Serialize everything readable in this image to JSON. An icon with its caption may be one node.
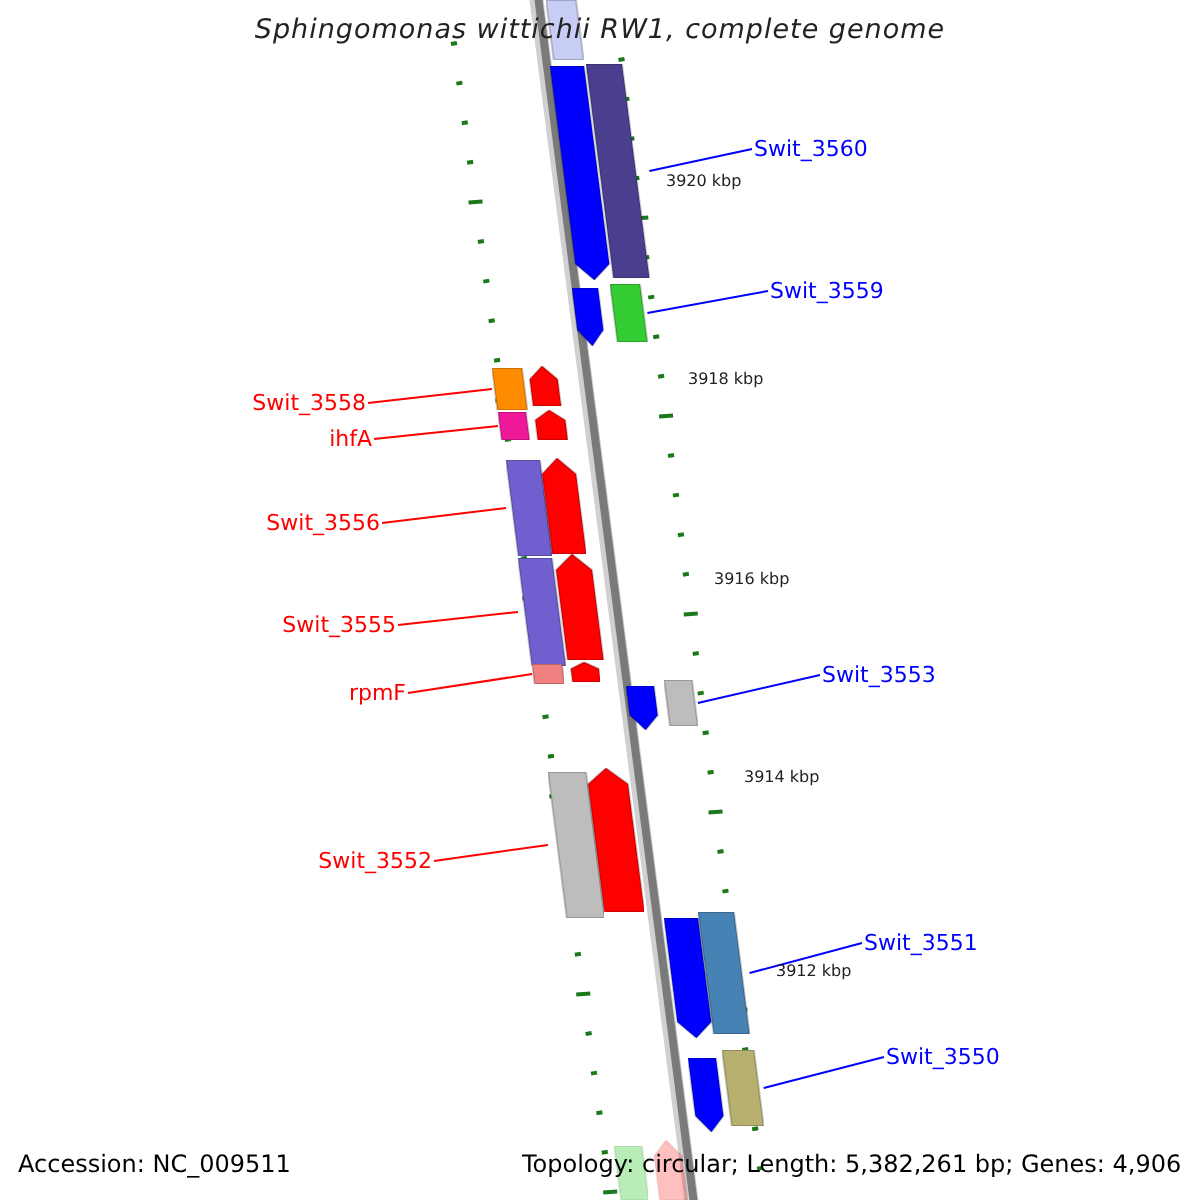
{
  "diagram": {
    "title": "Sphingomonas wittichii RW1, complete genome",
    "nodes": [
      {
        "text": [],
        "shape": "bar"
      },
      {
        "text": [],
        "shape": "arrow"
      },
      {
        "text": [],
        "shape": "bar"
      },
      {
        "text": [
          "Swit_3560"
        ]
      },
      {
        "text": [],
        "shape": "arrow"
      },
      {
        "text": [],
        "shape": "bar"
      },
      {
        "text": [
          "Swit_3559"
        ]
      },
      {
        "text": [
          "Swit_3558"
        ]
      },
      {
        "text": [],
        "shape": "bar"
      },
      {
        "text": [],
        "shape": "arrow"
      },
      {
        "text": [
          "ihfA"
        ]
      },
      {
        "text": [],
        "shape": "bar"
      },
      {
        "text": [],
        "shape": "arrow"
      },
      {
        "text": [
          "Swit_3556"
        ]
      },
      {
        "text": [],
        "shape": "bar"
      },
      {
        "text": [],
        "shape": "arrow"
      },
      {
        "text": [
          "Swit_3555"
        ]
      },
      {
        "text": [],
        "shape": "bar"
      },
      {
        "text": [],
        "shape": "arrow"
      },
      {
        "text": [
          "rpmF"
        ]
      },
      {
        "text": [],
        "shape": "bar"
      },
      {
        "text": [],
        "shape": "arrow"
      },
      {
        "text": [],
        "shape": "arrow"
      },
      {
        "text": [],
        "shape": "bar"
      },
      {
        "text": [
          "Swit_3553"
        ]
      },
      {
        "text": [
          "Swit_3552"
        ]
      },
      {
        "text": [],
        "shape": "bar"
      },
      {
        "text": [],
        "shape": "arrow"
      },
      {
        "text": [],
        "shape": "arrow"
      },
      {
        "text": [],
        "shape": "bar"
      },
      {
        "text": [
          "Swit_3551"
        ]
      },
      {
        "text": [],
        "shape": "arrow"
      },
      {
        "text": [],
        "shape": "bar"
      },
      {
        "text": [
          "Swit_3550"
        ]
      },
      {
        "text": [],
        "shape": "bar"
      },
      {
        "text": [],
        "shape": "arrow"
      }
    ],
    "edges": [
      {
        "from": 3,
        "to": 2,
        "arrow": "none",
        "color": "#0000ff"
      },
      {
        "from": 6,
        "to": 5,
        "arrow": "none",
        "color": "#0000ff"
      },
      {
        "from": 7,
        "to": 8,
        "arrow": "none"
      },
      {
        "from": 10,
        "to": 11,
        "arrow": "none"
      },
      {
        "from": 13,
        "to": 14,
        "arrow": "none"
      },
      {
        "from": 16,
        "to": 17,
        "arrow": "none"
      },
      {
        "from": 19,
        "to": 20,
        "arrow": "none"
      },
      {
        "from": 24,
        "to": 23,
        "arrow": "none",
        "color": "#0000ff"
      },
      {
        "from": 25,
        "to": 26,
        "arrow": "none"
      },
      {
        "from": 30,
        "to": 29,
        "arrow": "none",
        "color": "#0000ff"
      },
      {
        "from": 33,
        "to": 32,
        "arrow": "none",
        "color": "#0000ff"
      }
    ],
    "labels": [
      "3920 kbp",
      "3918 kbp",
      "3916 kbp",
      "3914 kbp",
      "3912 kbp",
      "Accession: NC_009511",
      "Topology: circular; Length: 5,382,261 bp; Genes: 4,906"
    ]
  }
}
